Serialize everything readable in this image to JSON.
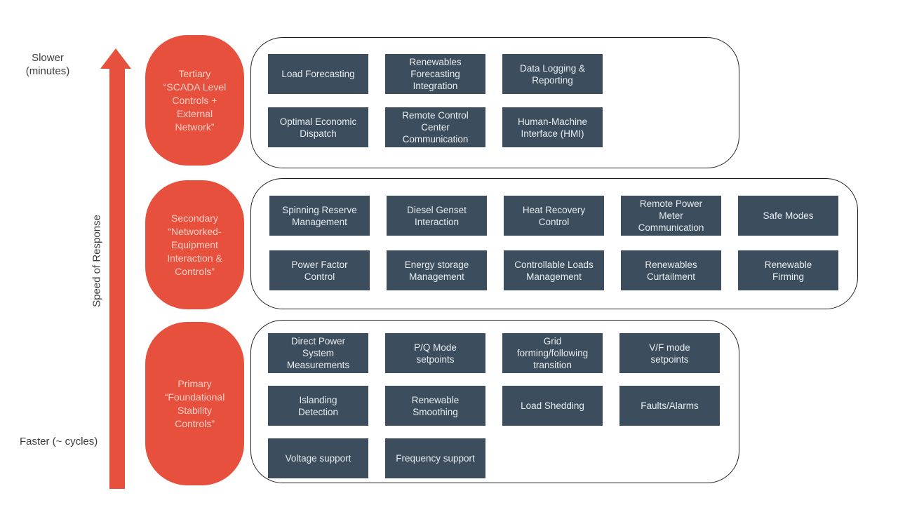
{
  "colors": {
    "accent-red": "#E8503E",
    "box-dark": "#3C4E5E",
    "pill-text": "#F8CFC6",
    "box-text": "#E6EBEE",
    "label-text": "#3D3D3D",
    "panel-border": "#1F1F1F"
  },
  "axis": {
    "top_label": "Slower\n(minutes)",
    "bottom_label": "Faster (~ cycles)",
    "title": "Speed of Response"
  },
  "levels": {
    "tertiary": {
      "pill": "Tertiary\n“SCADA Level\nControls +\nExternal\nNetwork”",
      "boxes": [
        "Load Forecasting",
        "Renewables\nForecasting\nIntegration",
        "Data Logging &\nReporting",
        "Optimal Economic\nDispatch",
        "Remote Control\nCenter\nCommunication",
        "Human-Machine\nInterface (HMI)"
      ]
    },
    "secondary": {
      "pill": "Secondary\n“Networked-\nEquipment\nInteraction &\nControls”",
      "boxes": [
        "Spinning Reserve\nManagement",
        "Diesel Genset\nInteraction",
        "Heat Recovery\nControl",
        "Remote Power\nMeter\nCommunication",
        "Safe Modes",
        "Power Factor\nControl",
        "Energy storage\nManagement",
        "Controllable Loads\nManagement",
        "Renewables\nCurtailment",
        "Renewable\nFirming"
      ]
    },
    "primary": {
      "pill": "Primary\n“Foundational\nStability\nControls”",
      "boxes": [
        "Direct Power\nSystem\nMeasurements",
        "P/Q Mode\nsetpoints",
        "Grid\nforming/following\ntransition",
        "V/F mode\nsetpoints",
        "Islanding\nDetection",
        "Renewable\nSmoothing",
        "Load Shedding",
        "Faults/Alarms",
        "Voltage support",
        "Frequency support"
      ]
    }
  }
}
